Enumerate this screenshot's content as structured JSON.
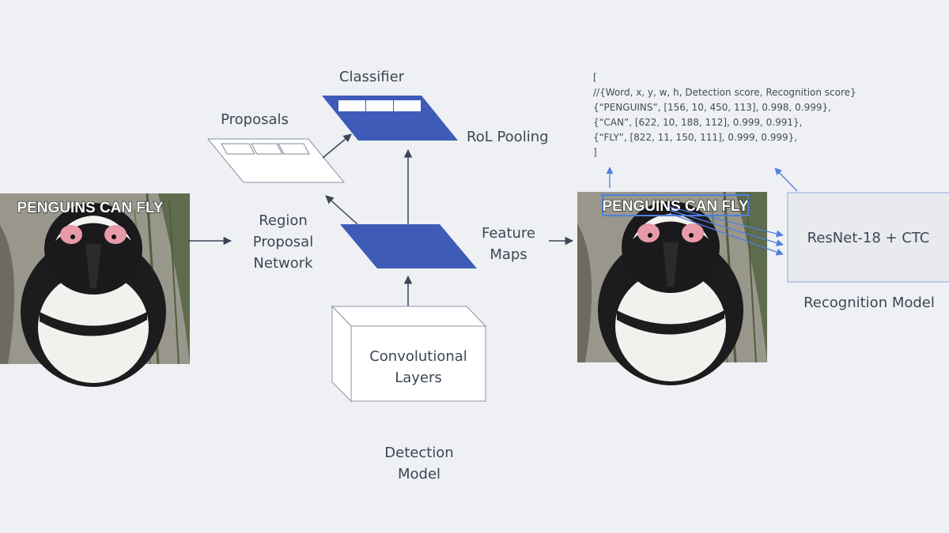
{
  "meme_caption": "PENGUINS CAN FLY",
  "labels": {
    "classifier": "Classifier",
    "proposals": "Proposals",
    "roi_pooling": "RoL Pooling",
    "rpn_line1": "Region",
    "rpn_line2": "Proposal",
    "rpn_line3": "Network",
    "feature_maps_line1": "Feature",
    "feature_maps_line2": "Maps",
    "conv_line1": "Convolutional",
    "conv_line2": "Layers",
    "detection_model_line1": "Detection",
    "detection_model_line2": "Model",
    "resnet": "ResNet-18 + CTC",
    "recognition_model": "Recognition Model"
  },
  "output_json": [
    "[",
    "//{Word, x, y, w, h, Detection score, Recognition score}",
    "{“PENGUINS”, [156, 10, 450, 113], 0.998, 0.999},",
    "{“CAN”, [622, 10, 188, 112], 0.999, 0.991},",
    "{“FLY”, [822, 11, 150, 111], 0.999, 0.999},",
    "]"
  ],
  "colors": {
    "background": "#eef0f3",
    "accent_blue": "#3e5bb8",
    "text": "#3d4556",
    "box_fill": "#e9eaee",
    "box_border": "#9fb3e8"
  }
}
